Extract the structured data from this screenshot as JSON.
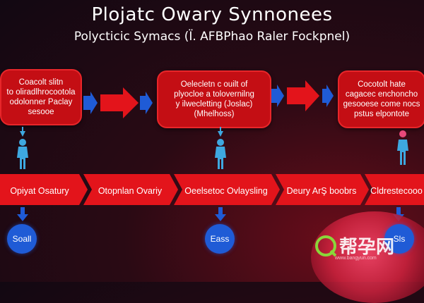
{
  "title": "Plojatc Owary Synnonees",
  "subtitle": "Polycticic Symacs (Ï. AFBPhao Raler Fockpnel)",
  "top_boxes": [
    {
      "lines": [
        "Coacolt slitn",
        "to oliradlhrocootola",
        "odolonner Paclay",
        "sesooe"
      ]
    },
    {
      "lines": [
        "Oelecletn c ouilt of",
        "plyocloe a tolovernilng",
        "y ilwecletting (Joslac)",
        "(Mhelhoss)"
      ]
    },
    {
      "lines": [
        "Cocotolt hate",
        "cagacec enchoncho",
        "gesooese come nocs",
        "pstus elpontote"
      ]
    }
  ],
  "stages": [
    "Opiyat Osatury",
    "Otopnlan Ovariy",
    "Oeelsetoc Ovlaysling",
    "Deury ArŞ boobrs",
    "Cldrestecooo"
  ],
  "circles": [
    "Soall",
    "Eass",
    "Sls"
  ],
  "watermark": {
    "main": "帮孕网",
    "sub": "www.bangyun.com"
  },
  "colors": {
    "red": "#c40e14",
    "blue": "#1f5bd6",
    "cyan": "#3ea8e0"
  }
}
